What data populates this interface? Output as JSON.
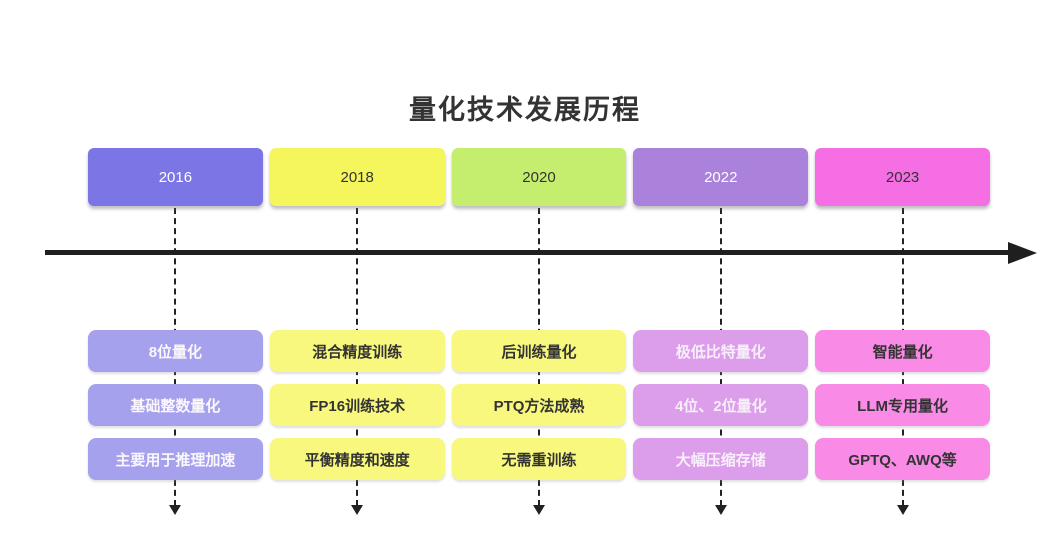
{
  "title": "量化技术发展历程",
  "colors": {
    "axis": "#1f1f1f",
    "dashed_line": "#222222",
    "title_text": "#333333"
  },
  "columns": [
    {
      "year": "2016",
      "year_bg": "#7b75e6",
      "year_text_color": "#ffffff",
      "card_bg": "#a5a1ec",
      "card_text_color": "#fbf7fd",
      "items": {
        "0": "8位量化",
        "1": "基础整数量化",
        "2": "主要用于推理加速"
      }
    },
    {
      "year": "2018",
      "year_bg": "#f5f55c",
      "year_text_color": "#333333",
      "card_bg": "#f8f87e",
      "card_text_color": "#333333",
      "items": {
        "0": "混合精度训练",
        "1": "FP16训练技术",
        "2": "平衡精度和速度"
      }
    },
    {
      "year": "2020",
      "year_bg": "#c6ee6e",
      "year_text_color": "#333333",
      "card_bg": "#f8f87e",
      "card_text_color": "#333333",
      "items": {
        "0": "后训练量化",
        "1": "PTQ方法成熟",
        "2": "无需重训练"
      }
    },
    {
      "year": "2022",
      "year_bg": "#aa82dc",
      "year_text_color": "#fdfdfd",
      "card_bg": "#dc9dea",
      "card_text_color": "#f8effa",
      "items": {
        "0": "极低比特量化",
        "1": "4位、2位量化",
        "2": "大幅压缩存储"
      }
    },
    {
      "year": "2023",
      "year_bg": "#f56ee3",
      "year_text_color": "#333333",
      "card_bg": "#f98ae6",
      "card_text_color": "#333333",
      "items": {
        "0": "智能量化",
        "1": "LLM专用量化",
        "2": "GPTQ、AWQ等"
      }
    }
  ]
}
